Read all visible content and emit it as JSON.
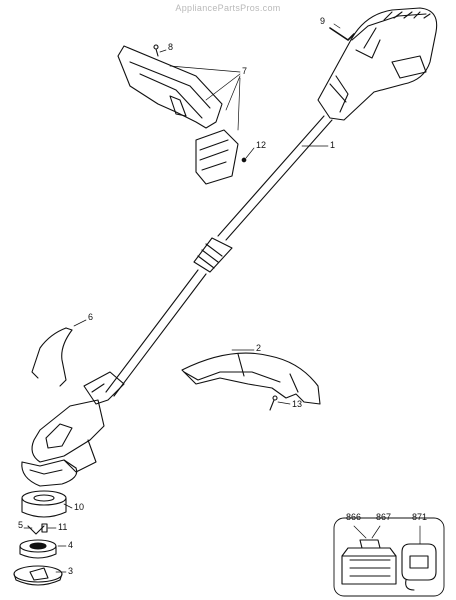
{
  "watermark": "AppliancePartsPros.com",
  "callouts": {
    "c1": "1",
    "c2": "2",
    "c3": "3",
    "c4": "4",
    "c5": "5",
    "c6": "6",
    "c7": "7",
    "c8": "8",
    "c9": "9",
    "c10": "10",
    "c11": "11",
    "c12": "12",
    "c13": "13",
    "c866": "866",
    "c867": "867",
    "c871": "871"
  }
}
